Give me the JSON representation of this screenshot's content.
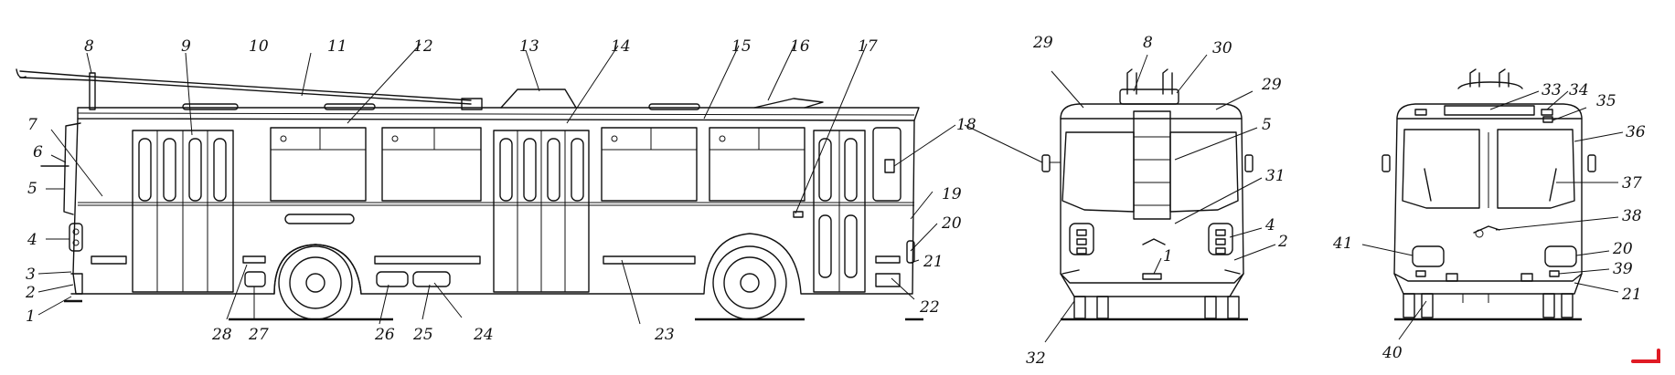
{
  "diagram": {
    "side_labels": [
      "1",
      "2",
      "3",
      "4",
      "5",
      "6",
      "7",
      "8",
      "9",
      "10",
      "11",
      "12",
      "13",
      "14",
      "15",
      "16",
      "17",
      "18",
      "19",
      "20",
      "21",
      "22",
      "23",
      "24",
      "25",
      "26",
      "27",
      "28"
    ],
    "front_labels": [
      "29",
      "8",
      "30",
      "29",
      "5",
      "31",
      "4",
      "2",
      "1",
      "32",
      "18"
    ],
    "rear_labels": [
      "33",
      "34",
      "35",
      "36",
      "37",
      "38",
      "20",
      "39",
      "21",
      "40",
      "41"
    ]
  }
}
